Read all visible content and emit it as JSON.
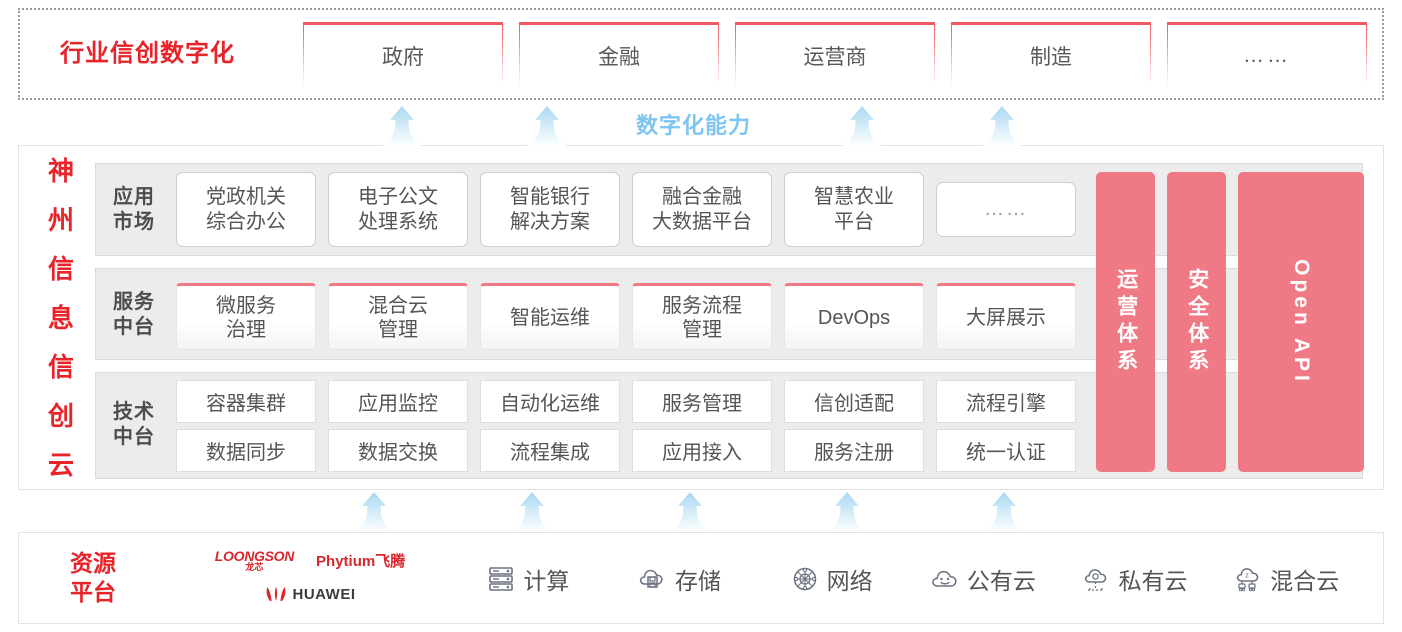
{
  "industry": {
    "title": "行业信创数字化",
    "cards": [
      {
        "label": "政府",
        "name": "industry-card-government"
      },
      {
        "label": "金融",
        "name": "industry-card-finance"
      },
      {
        "label": "运营商",
        "name": "industry-card-carrier"
      },
      {
        "label": "制造",
        "name": "industry-card-manufacturing"
      },
      {
        "label": "……",
        "name": "industry-card-more"
      }
    ]
  },
  "capability": {
    "label": "数字化能力",
    "color": "#7ec5ef",
    "arrow_count_top": 4,
    "arrow_count_bottom": 5
  },
  "platform": {
    "vertical_title": [
      "神",
      "州",
      "信",
      "息",
      "信",
      "创",
      "云"
    ],
    "rows": [
      {
        "label": "应用\n市场",
        "label_lines": [
          "应用",
          "市场"
        ],
        "name": "row-app-market",
        "cards": [
          {
            "lines": [
              "党政机关",
              "综合办公"
            ],
            "name": "app-card-government-office"
          },
          {
            "lines": [
              "电子公文",
              "处理系统"
            ],
            "name": "app-card-edoc-system"
          },
          {
            "lines": [
              "智能银行",
              "解决方案"
            ],
            "name": "app-card-smart-bank"
          },
          {
            "lines": [
              "融合金融",
              "大数据平台"
            ],
            "name": "app-card-finance-bigdata"
          },
          {
            "lines": [
              "智慧农业",
              "平台"
            ],
            "name": "app-card-smart-agriculture"
          },
          {
            "lines": [
              "……"
            ],
            "name": "app-card-more"
          }
        ]
      },
      {
        "label_lines": [
          "服务",
          "中台"
        ],
        "name": "row-service-midplatform",
        "cards": [
          {
            "lines": [
              "微服务",
              "治理"
            ],
            "name": "svc-card-microservice-governance"
          },
          {
            "lines": [
              "混合云",
              "管理"
            ],
            "name": "svc-card-hybrid-cloud-mgmt"
          },
          {
            "lines": [
              "智能运维"
            ],
            "name": "svc-card-aiops"
          },
          {
            "lines": [
              "服务流程",
              "管理"
            ],
            "name": "svc-card-service-process-mgmt"
          },
          {
            "lines": [
              "DevOps"
            ],
            "name": "svc-card-devops"
          },
          {
            "lines": [
              "大屏展示"
            ],
            "name": "svc-card-big-screen"
          }
        ]
      },
      {
        "label_lines": [
          "技术",
          "中台"
        ],
        "name": "row-tech-midplatform",
        "cards": [
          {
            "label": "容器集群",
            "name": "tech-card-container-cluster"
          },
          {
            "label": "应用监控",
            "name": "tech-card-app-monitoring"
          },
          {
            "label": "自动化运维",
            "name": "tech-card-automated-ops"
          },
          {
            "label": "服务管理",
            "name": "tech-card-service-mgmt"
          },
          {
            "label": "信创适配",
            "name": "tech-card-xinchuang-adaptation"
          },
          {
            "label": "流程引擎",
            "name": "tech-card-process-engine"
          },
          {
            "label": "数据同步",
            "name": "tech-card-data-sync"
          },
          {
            "label": "数据交换",
            "name": "tech-card-data-exchange"
          },
          {
            "label": "流程集成",
            "name": "tech-card-process-integration"
          },
          {
            "label": "应用接入",
            "name": "tech-card-app-access"
          },
          {
            "label": "服务注册",
            "name": "tech-card-service-registry"
          },
          {
            "label": "统一认证",
            "name": "tech-card-unified-auth"
          }
        ]
      }
    ],
    "pillars": [
      {
        "label": "运营体系",
        "orientation": "vertical-cn",
        "name": "pillar-operations-system"
      },
      {
        "label": "安全体系",
        "orientation": "vertical-cn",
        "name": "pillar-security-system"
      },
      {
        "label": "Open API",
        "orientation": "rotated-en",
        "name": "pillar-open-api"
      }
    ],
    "pillar_color": "#ef7a85"
  },
  "resource": {
    "title_lines": [
      "资源",
      "平台"
    ],
    "logos": [
      {
        "name": "loongson-logo",
        "line1": "LOONGSON",
        "line2": "龙芯"
      },
      {
        "name": "phytium-logo",
        "text": "Phytium飞腾"
      },
      {
        "name": "huawei-logo",
        "text": "HUAWEI"
      }
    ],
    "items": [
      {
        "label": "计算",
        "icon": "server-icon",
        "name": "resource-item-compute"
      },
      {
        "label": "存储",
        "icon": "cloud-storage-icon",
        "name": "resource-item-storage"
      },
      {
        "label": "网络",
        "icon": "network-mesh-icon",
        "name": "resource-item-network"
      },
      {
        "label": "公有云",
        "icon": "public-cloud-icon",
        "name": "resource-item-public-cloud"
      },
      {
        "label": "私有云",
        "icon": "private-cloud-icon",
        "name": "resource-item-private-cloud"
      },
      {
        "label": "混合云",
        "icon": "hybrid-cloud-icon",
        "name": "resource-item-hybrid-cloud"
      }
    ]
  },
  "colors": {
    "brand_red": "#e8242a",
    "card_accent": "#ef5a63",
    "pillar_pink": "#ef7a85",
    "arrow_blue": "#a8d8f0",
    "band_gray": "#ececec"
  }
}
